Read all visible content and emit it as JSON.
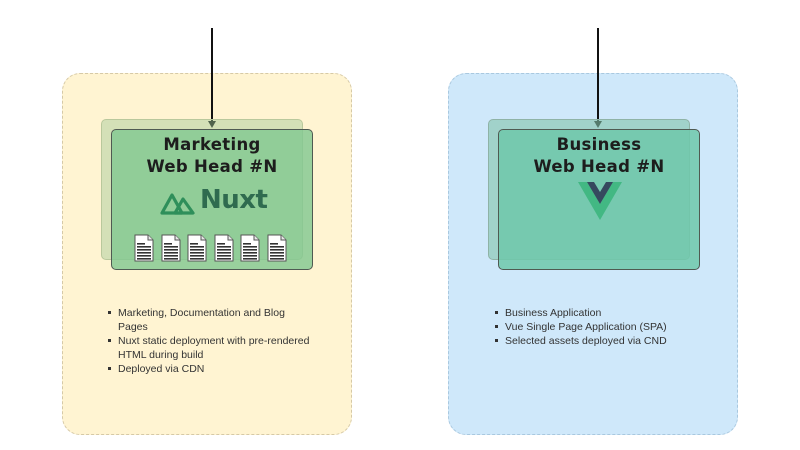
{
  "colors": {
    "marketing_zone": "#fff4d2",
    "business_zone": "#cfe8fa",
    "marketing_card": "#93d1a2",
    "business_card": "#7bcfb2",
    "nuxt_green": "#00dc82",
    "nuxt_dark": "#2f6b4f",
    "vue_green": "#42b883",
    "vue_dark": "#35495e"
  },
  "marketing": {
    "title_line1": "Marketing",
    "title_line2": "Web Head #N",
    "logo_text": "Nuxt",
    "logo_icon": "nuxt-logo-icon",
    "page_icon": "html-page-icon",
    "page_count": 6,
    "bullets": [
      "Marketing, Documentation  and Blog Pages",
      "Nuxt static deployment with pre-rendered HTML during build",
      "Deployed via CDN"
    ]
  },
  "business": {
    "title_line1": "Business",
    "title_line2": "Web Head #N",
    "logo_icon": "vue-logo-icon",
    "bullets": [
      "Business Application",
      "Vue Single Page Application (SPA)",
      "Selected assets deployed via CND"
    ]
  }
}
